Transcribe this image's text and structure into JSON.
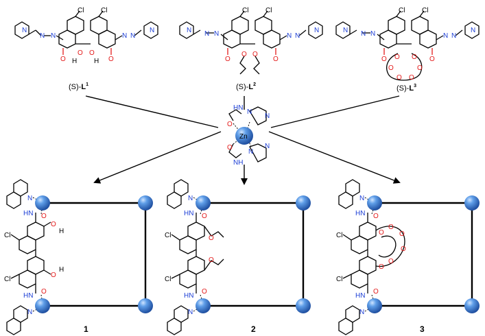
{
  "ligands": [
    {
      "prefix": "(S)-",
      "name": "L",
      "sup": "1"
    },
    {
      "prefix": "(S)-",
      "name": "L",
      "sup": "2"
    },
    {
      "prefix": "(S)-",
      "name": "L",
      "sup": "3"
    }
  ],
  "metal": "Zn",
  "atoms": {
    "cl": "Cl",
    "o": "O",
    "n": "N",
    "h": "H",
    "hn": "HN",
    "nh": "NH"
  },
  "products": [
    "1",
    "2",
    "3"
  ],
  "colors": {
    "node": "#3a7fd9",
    "oxygen": "#e31a1a",
    "nitrogen": "#1d3fd6"
  }
}
